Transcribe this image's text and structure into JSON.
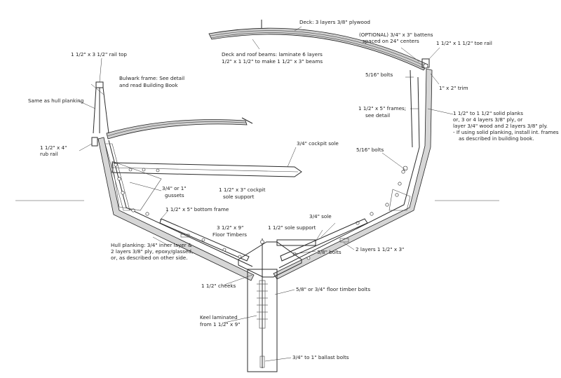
{
  "labels": {
    "deck": "Deck: 3 layers 3/8\" plywood",
    "battens_1": "(OPTIONAL) 3/4\" x 3\" battens",
    "battens_2": "spaced on 24\" centers",
    "toe_rail": "1 1/2\" x 1 1/2\" toe rail",
    "deck_beams_1": "Deck and roof beams: laminate 6 layers",
    "deck_beams_2": "1/2\" x 1 1/2\" to make 1 1/2\" x 3\" beams",
    "rail_top": "1 1/2\" x 3 1/2\" rail top",
    "bulwark_1": "Bulwark frame: See detail",
    "bulwark_2": "and read Building Book",
    "same_as_hull": "Same as hull planking",
    "bolts_upper": "5/16\" bolts",
    "trim": "1\" x 2\" trim",
    "frames_1": "1 1/2\" x 5\" frames;",
    "frames_2": "see detail",
    "planks_1": "1 1/2\" to 1 1/2\" solid planks",
    "planks_2": "or, 3 or 4 layers 3/8\" ply, or",
    "planks_3": "layer 3/4\" wood and 2 layers 3/8\" ply.",
    "planks_4": "- If using solid planking, install int. frames",
    "planks_5": "as described in building book.",
    "rub_rail_1": "1 1/2\" x 4\"",
    "rub_rail_2": "rub rail",
    "cockpit_sole": "3/4\" cockpit sole",
    "bolts_mid": "5/16\" bolts",
    "gussets_1": "3/4\" or 1\"",
    "gussets_2": "gussets",
    "cockpit_support_1": "1 1/2\" x 3\" cockpit",
    "cockpit_support_2": "sole support",
    "bottom_frame": "1 1/2\" x 5\" bottom frame",
    "sole": "3/4\" sole",
    "floor_timbers_1": "3 1/2\" x 9\"",
    "floor_timbers_2": "Floor Timbers",
    "sole_support": "1 1/2\" sole support",
    "layers": "2 layers 1 1/2\" x 3\"",
    "hull_planking_1": "Hull planking: 3/4\" inner layer &",
    "hull_planking_2": "2 layers 3/8\" ply, epoxy/glassed,",
    "hull_planking_3": "or, as described on other side.",
    "bolts_38": "3/8\" bolts",
    "cheeks": "1 1/2\" cheeks",
    "floor_bolts": "5/8\" or 3/4\" floor timber bolts",
    "keel_1": "Keel laminated",
    "keel_2": "from 1 1/2\" x 9\"",
    "ballast_bolts": "3/4\" to 1\" ballast bolts"
  },
  "colors": {
    "line": "#2a2a2a",
    "hatch": "#d6d6d6",
    "background": "#ffffff"
  }
}
